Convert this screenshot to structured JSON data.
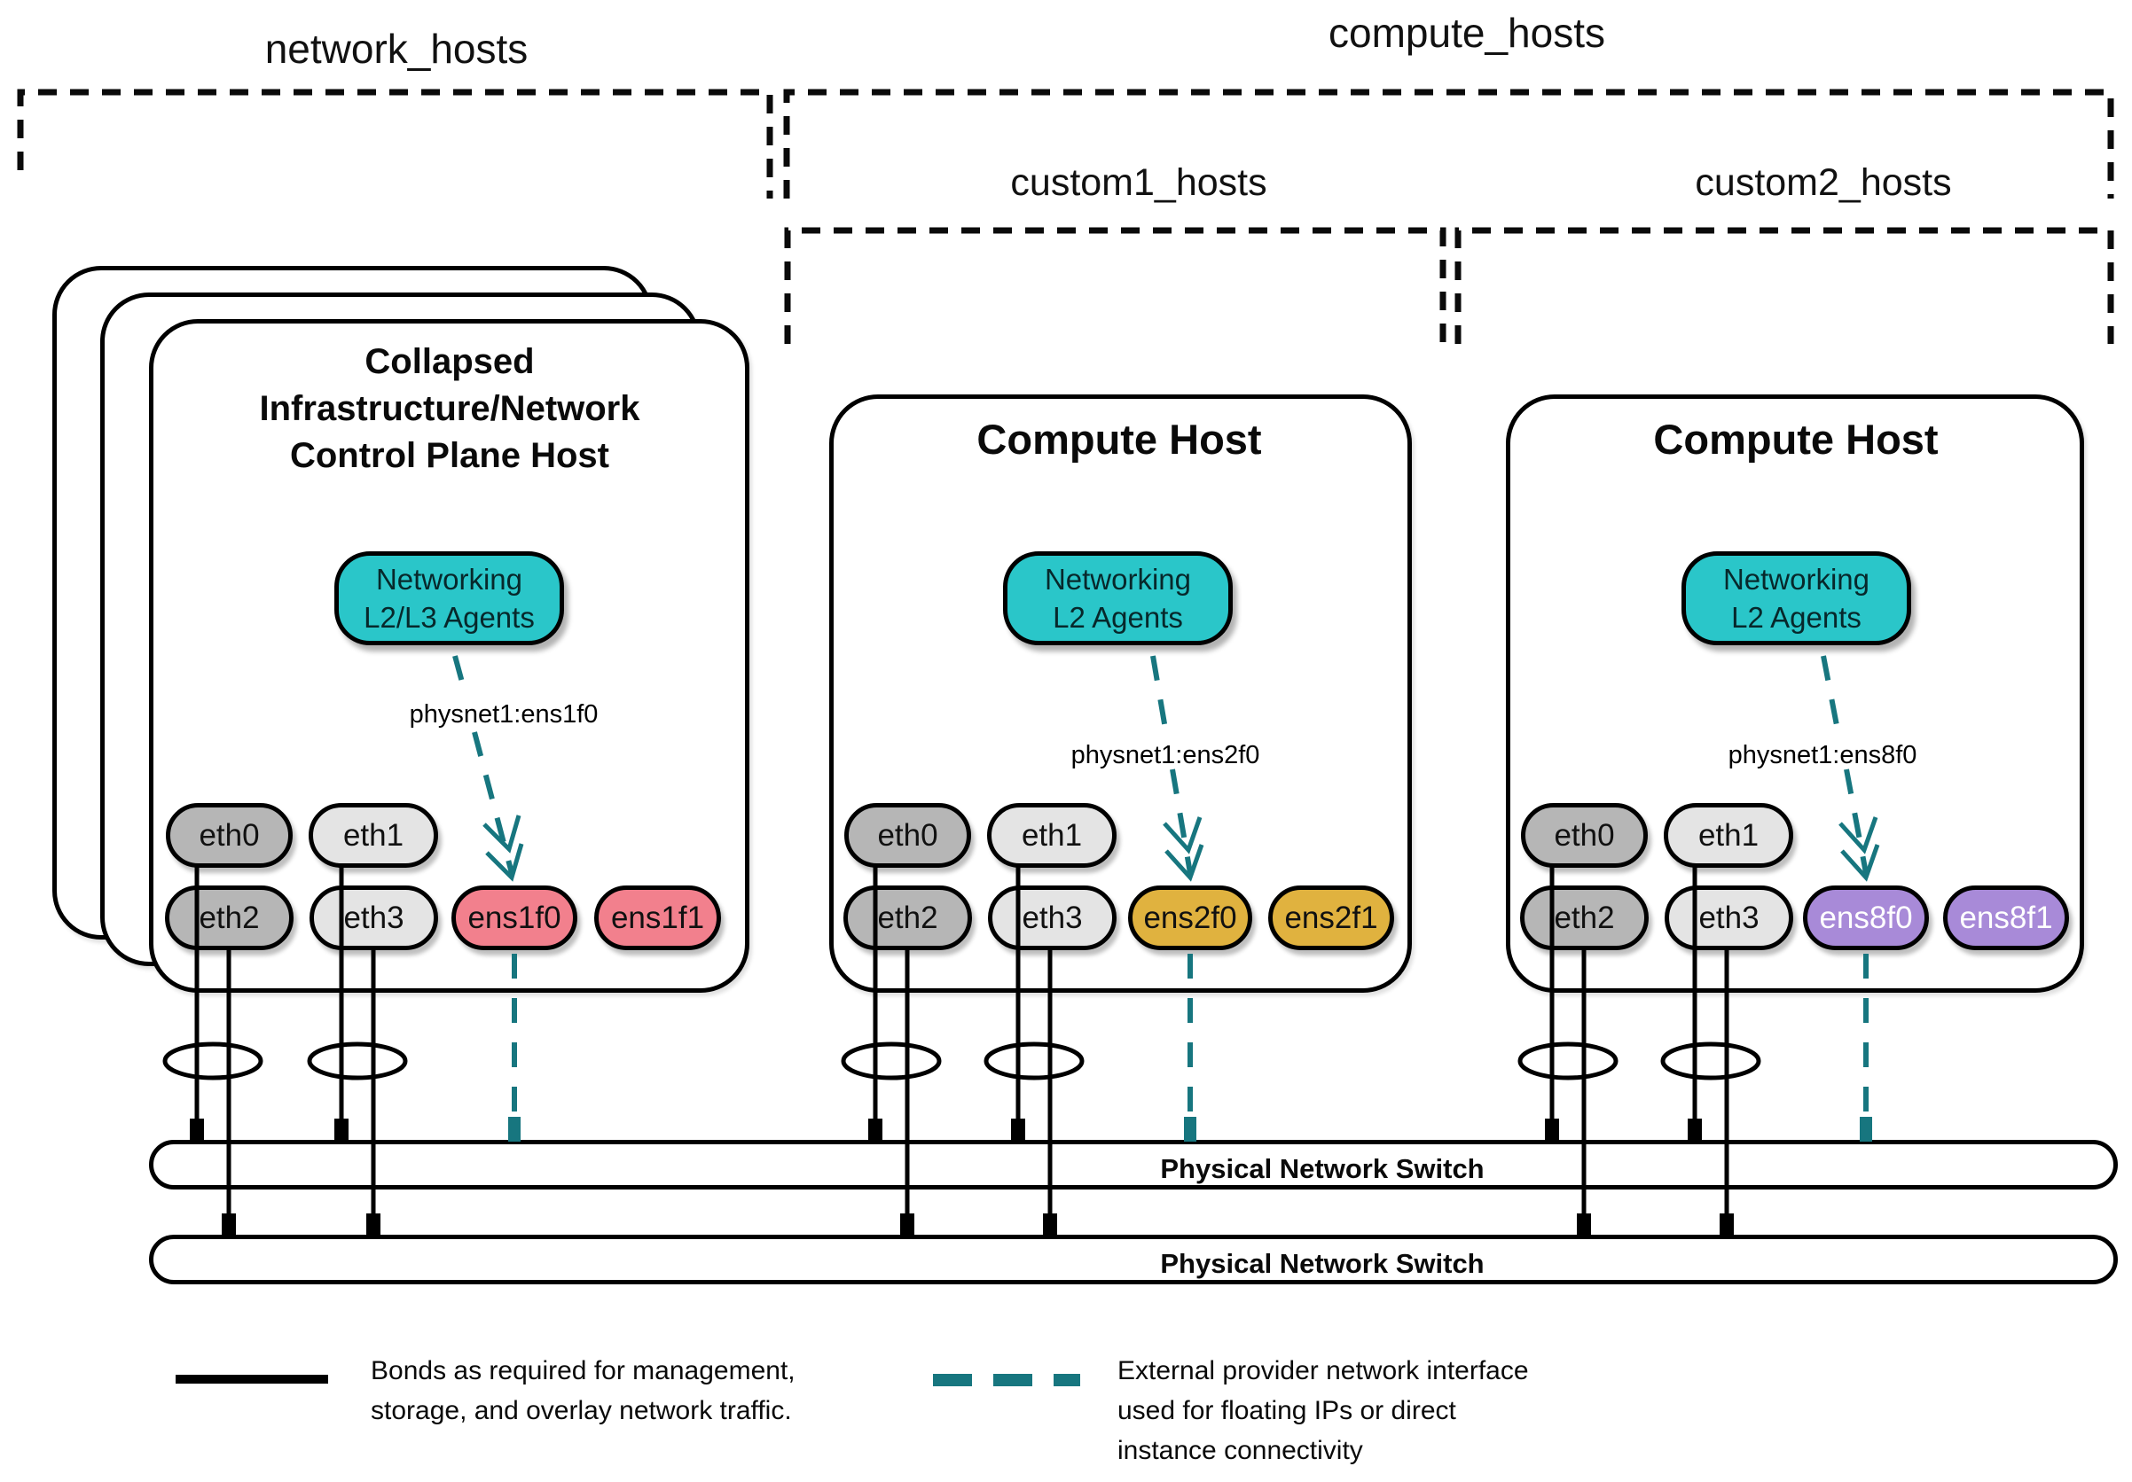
{
  "groups": {
    "network": "network_hosts",
    "compute": "compute_hosts",
    "custom1": "custom1_hosts",
    "custom2": "custom2_hosts"
  },
  "hosts": {
    "infra": {
      "title_lines": [
        "Collapsed",
        "Infrastructure/Network",
        "Control Plane Host"
      ],
      "agent_lines": [
        "Networking",
        "L2/L3 Agents"
      ],
      "physnet": "physnet1:ens1f0",
      "nics": {
        "eth0": "eth0",
        "eth1": "eth1",
        "eth2": "eth2",
        "eth3": "eth3",
        "prov0": "ens1f0",
        "prov1": "ens1f1"
      }
    },
    "compute1": {
      "title": "Compute Host",
      "agent_lines": [
        "Networking",
        "L2 Agents"
      ],
      "physnet": "physnet1:ens2f0",
      "nics": {
        "eth0": "eth0",
        "eth1": "eth1",
        "eth2": "eth2",
        "eth3": "eth3",
        "prov0": "ens2f0",
        "prov1": "ens2f1"
      }
    },
    "compute2": {
      "title": "Compute Host",
      "agent_lines": [
        "Networking",
        "L2 Agents"
      ],
      "physnet": "physnet1:ens8f0",
      "nics": {
        "eth0": "eth0",
        "eth1": "eth1",
        "eth2": "eth2",
        "eth3": "eth3",
        "prov0": "ens8f0",
        "prov1": "ens8f1"
      }
    }
  },
  "switches": [
    {
      "label": "Physical Network Switch"
    },
    {
      "label": "Physical Network Switch"
    }
  ],
  "legend": {
    "bond_lines": [
      "Bonds as required for management,",
      "storage, and overlay network traffic."
    ],
    "provider_lines": [
      "External provider network interface",
      "used for floating IPs or direct",
      "instance connectivity"
    ]
  },
  "colors": {
    "agent_teal": "#2ac6c9",
    "provider_teal": "#17767f",
    "nic_pink": "#f2808d",
    "nic_gold": "#e0b23f",
    "nic_purple": "#a88ad8",
    "nic_gray_dark": "#b6b6b6",
    "nic_gray_light": "#e4e4e4"
  }
}
